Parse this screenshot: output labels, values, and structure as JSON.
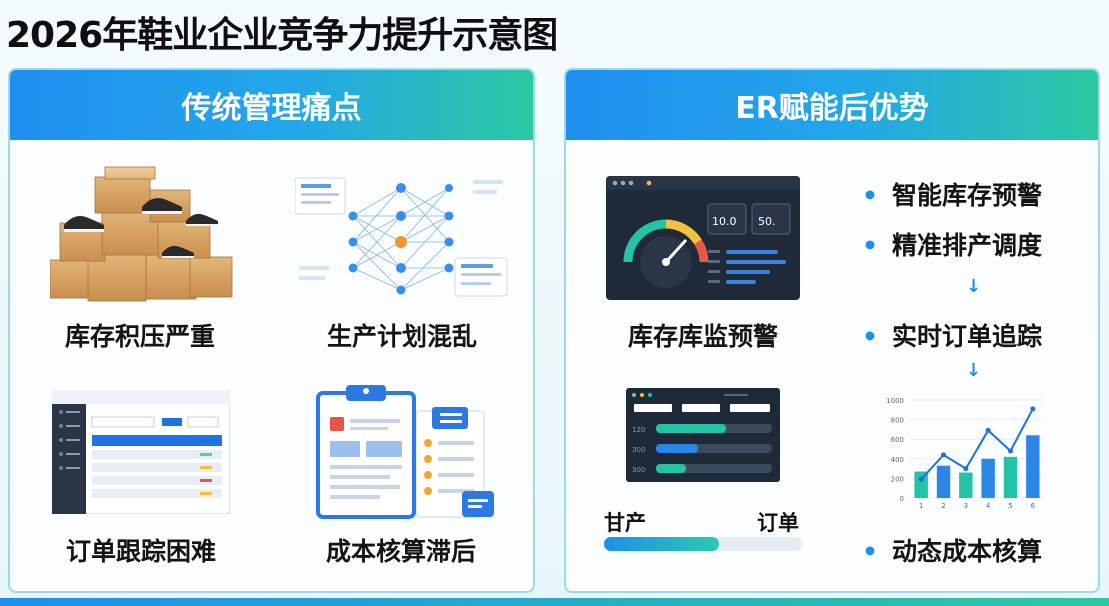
{
  "title": "2026年鞋业企业竞争力提升示意图",
  "left_panel": {
    "header": "传统管理痛点",
    "items": [
      {
        "label": "库存积压严重",
        "icon": "stacked-boxes-shoes-icon"
      },
      {
        "label": "生产计划混乱",
        "icon": "tangled-network-icon"
      },
      {
        "label": "订单跟踪困难",
        "icon": "order-table-icon"
      },
      {
        "label": "成本核算滞后",
        "icon": "clipboard-documents-icon"
      }
    ]
  },
  "right_panel": {
    "header": "ER赋能后优势",
    "monitor_label": "库存库监预警",
    "gauge_readouts": [
      "10.0",
      "50."
    ],
    "bar_chart": {
      "rows": [
        "120",
        "300",
        "300"
      ]
    },
    "progress": {
      "left_label": "甘产",
      "right_label": "订单",
      "fraction": 0.58
    },
    "bullets": [
      "智能库存预警",
      "精准排产调度",
      "实时订单追踪",
      "动态成本核算"
    ],
    "chart_data": {
      "type": "bar",
      "categories": [
        "1",
        "2",
        "3",
        "4",
        "5",
        "6"
      ],
      "values": [
        270,
        330,
        260,
        400,
        420,
        640
      ],
      "line_values": [
        190,
        440,
        300,
        690,
        480,
        910
      ],
      "ylim": [
        0,
        1000
      ],
      "yticks": [
        "0",
        "200",
        "400",
        "600",
        "800",
        "1000"
      ]
    }
  },
  "colors": {
    "accent_blue": "#1f8fe8",
    "accent_green": "#2cc9a2",
    "header_gradient_start": "#1e8ff0",
    "header_gradient_end": "#2cc9a2"
  }
}
